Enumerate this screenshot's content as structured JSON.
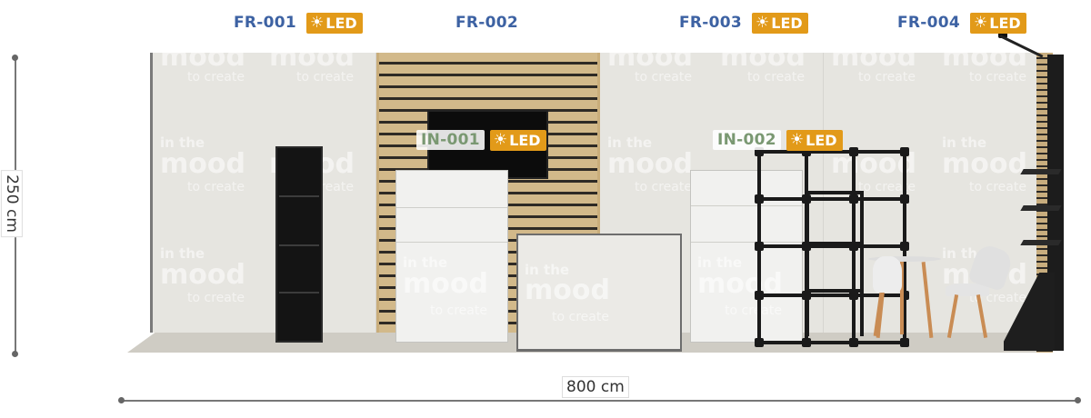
{
  "labels": {
    "fr001": {
      "code": "FR-001",
      "led": "LED"
    },
    "fr002": {
      "code": "FR-002"
    },
    "fr003": {
      "code": "FR-003",
      "led": "LED"
    },
    "fr004": {
      "code": "FR-004",
      "led": "LED"
    },
    "in001": {
      "code": "IN-001",
      "led": "LED"
    },
    "in002": {
      "code": "IN-002",
      "led": "LED"
    }
  },
  "dimensions": {
    "height": "250 cm",
    "width": "800 cm"
  },
  "watermark": {
    "line1": "in the",
    "line2": "mood",
    "line3": "to create"
  },
  "colors": {
    "frame_label": "#3d62a3",
    "insert_label": "#7a9872",
    "led_badge": "#e29a19"
  },
  "icons": {
    "led": "sun-icon"
  }
}
